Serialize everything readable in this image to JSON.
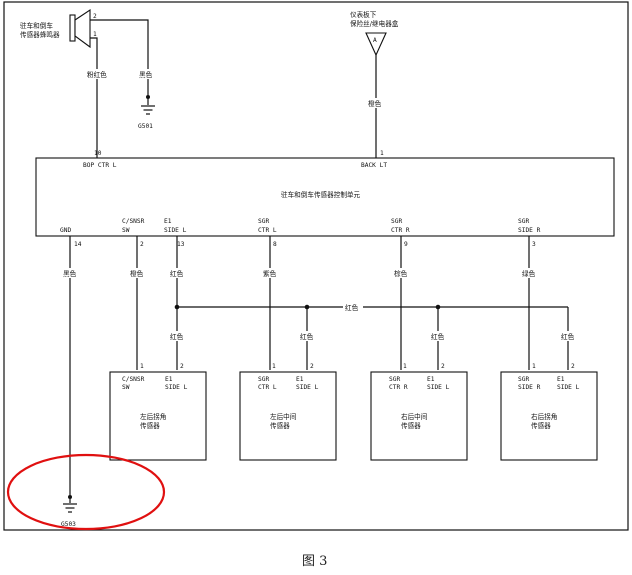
{
  "frame_color": "#000000",
  "highlight_color": "#e01010",
  "caption": "图 3",
  "buzzer": {
    "label_line1": "驻车和倒车",
    "label_line2": "传感器蜂鸣器",
    "pin_top": "2",
    "pin_bottom": "1",
    "wire_left_color": "粉红色",
    "wire_right_color": "黑色",
    "ground_label": "G501"
  },
  "fuse_box": {
    "label_line1": "仪表板下",
    "label_line2": "保险丝/继电器盒",
    "connector": "A",
    "wire_color": "橙色"
  },
  "control_unit": {
    "title": "驻车和倒车传感器控制单元",
    "top_pins": [
      {
        "num": "10",
        "name": "BOP CTR L"
      },
      {
        "num": "1",
        "name": "BACK LT"
      }
    ],
    "bottom_pins": [
      {
        "name1": "GND",
        "name2": "",
        "num": "14",
        "color": "黑色"
      },
      {
        "name1": "C/SNSR",
        "name2": "SW",
        "num": "2",
        "color": "橙色"
      },
      {
        "name1": "E1",
        "name2": "SIDE L",
        "num": "13",
        "color": "红色"
      },
      {
        "name1": "SGR",
        "name2": "CTR L",
        "num": "8",
        "color": "紫色"
      },
      {
        "name1": "SGR",
        "name2": "CTR R",
        "num": "9",
        "color": "棕色"
      },
      {
        "name1": "SGR",
        "name2": "SIDE R",
        "num": "3",
        "color": "绿色"
      }
    ]
  },
  "bus_wire_color": "红色",
  "sensors": [
    {
      "name_line1": "左后拐角",
      "name_line2": "传感器",
      "pin1_num": "1",
      "pin2_num": "2",
      "pin1_name1": "C/SNSR",
      "pin1_name2": "SW",
      "pin2_name1": "E1",
      "pin2_name2": "SIDE L",
      "drop_color": "红色"
    },
    {
      "name_line1": "左后中间",
      "name_line2": "传感器",
      "pin1_num": "1",
      "pin2_num": "2",
      "pin1_name1": "SGR",
      "pin1_name2": "CTR L",
      "pin2_name1": "E1",
      "pin2_name2": "SIDE L",
      "drop_color": "红色"
    },
    {
      "name_line1": "右后中间",
      "name_line2": "传感器",
      "pin1_num": "1",
      "pin2_num": "2",
      "pin1_name1": "SGR",
      "pin1_name2": "CTR R",
      "pin2_name1": "E1",
      "pin2_name2": "SIDE L",
      "drop_color": "红色"
    },
    {
      "name_line1": "右后拐角",
      "name_line2": "传感器",
      "pin1_num": "1",
      "pin2_num": "2",
      "pin1_name1": "SGR",
      "pin1_name2": "SIDE R",
      "pin2_name1": "E1",
      "pin2_name2": "SIDE L",
      "drop_color": "红色"
    }
  ],
  "ground_g503": "G503"
}
